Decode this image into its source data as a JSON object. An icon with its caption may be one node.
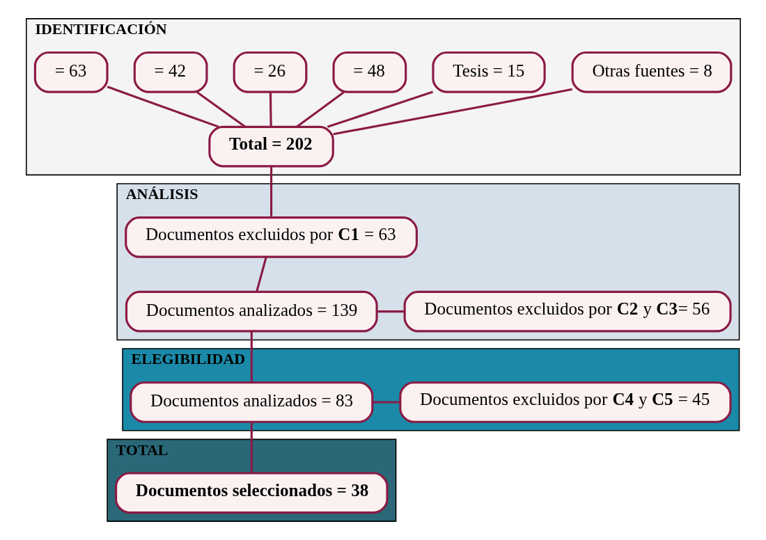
{
  "diagram": {
    "nodes": [
      {
        "text": [
          "IDENTIFICACIÓN"
        ]
      },
      {
        "text": [
          "= 63"
        ],
        "in": 0
      },
      {
        "text": [
          "= 42"
        ],
        "in": 0
      },
      {
        "text": [
          "= 26"
        ],
        "in": 0
      },
      {
        "text": [
          "= 48"
        ],
        "in": 0
      },
      {
        "text": [
          "Tesis = 15"
        ],
        "in": 0
      },
      {
        "text": [
          "Otras fuentes = 8"
        ],
        "in": 0
      },
      {
        "text": [
          "Total = 202"
        ],
        "in": 0
      },
      {
        "text": [
          "ANÁLISIS"
        ]
      },
      {
        "text": [
          "Documentos excluidos por **C1** = 63"
        ],
        "in": 8
      },
      {
        "text": [
          "Documentos analizados = 139"
        ],
        "in": 8
      },
      {
        "text": [
          "Documentos excluidos por **C2** y **C3**= 56"
        ],
        "in": 8
      },
      {
        "text": [
          "ELEGIBILIDAD"
        ]
      },
      {
        "text": [
          "Documentos analizados = 83"
        ],
        "in": 12
      },
      {
        "text": [
          "Documentos excluidos por **C4** y **C5** = 45"
        ],
        "in": 12
      },
      {
        "text": [
          "TOTAL"
        ]
      },
      {
        "text": [
          "Documentos seleccionados = 38"
        ],
        "in": 15
      }
    ],
    "edges": [
      {
        "from": 1,
        "to": 7,
        "arrow": "none"
      },
      {
        "from": 2,
        "to": 7,
        "arrow": "none"
      },
      {
        "from": 3,
        "to": 7,
        "arrow": "none"
      },
      {
        "from": 4,
        "to": 7,
        "arrow": "none"
      },
      {
        "from": 5,
        "to": 7,
        "arrow": "none"
      },
      {
        "from": 6,
        "to": 7,
        "arrow": "none"
      },
      {
        "from": 7,
        "to": 9,
        "arrow": "none"
      },
      {
        "from": 9,
        "to": 10,
        "arrow": "none"
      },
      {
        "from": 10,
        "to": 11,
        "arrow": "none"
      },
      {
        "from": 10,
        "to": 13,
        "arrow": "none"
      },
      {
        "from": 13,
        "to": 14,
        "arrow": "none"
      },
      {
        "from": 13,
        "to": 16,
        "arrow": "none"
      }
    ]
  }
}
